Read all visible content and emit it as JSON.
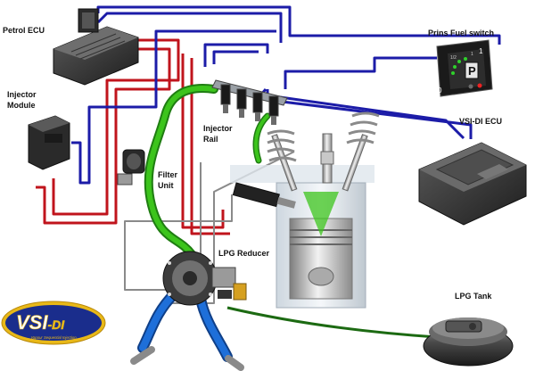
{
  "labels": {
    "petrol_ecu": "Petrol ECU",
    "injector_module_line1": "Injector",
    "injector_module_line2": "Module",
    "injector_rail_line1": "Injector",
    "injector_rail_line2": "Rail",
    "filter_unit_line1": "Filter",
    "filter_unit_line2": "Unit",
    "prins_fuel_switch": "Prins Fuel switch",
    "vsi_di_ecu": "VSI-DI ECU",
    "lpg_reducer": "LPG Reducer",
    "lpg_tank": "LPG Tank"
  },
  "switch": {
    "scale_low": "0",
    "scale_high": "1",
    "mode_letter": "P",
    "gauge_left": "1/2",
    "gauge_right": "1"
  },
  "logo": {
    "main": "VSI",
    "suffix": "-DI",
    "tagline": "Vapour Sequential Injection"
  },
  "colors": {
    "blue_wire": "#1c1ca8",
    "red_wire": "#c0141c",
    "gray_wire": "#8a8a8a",
    "green_hose": "#3cc41c",
    "lpg_blue_hose": "#1e6fd9",
    "logo_blue": "#1a2d8c",
    "logo_gold": "#e8b818"
  }
}
